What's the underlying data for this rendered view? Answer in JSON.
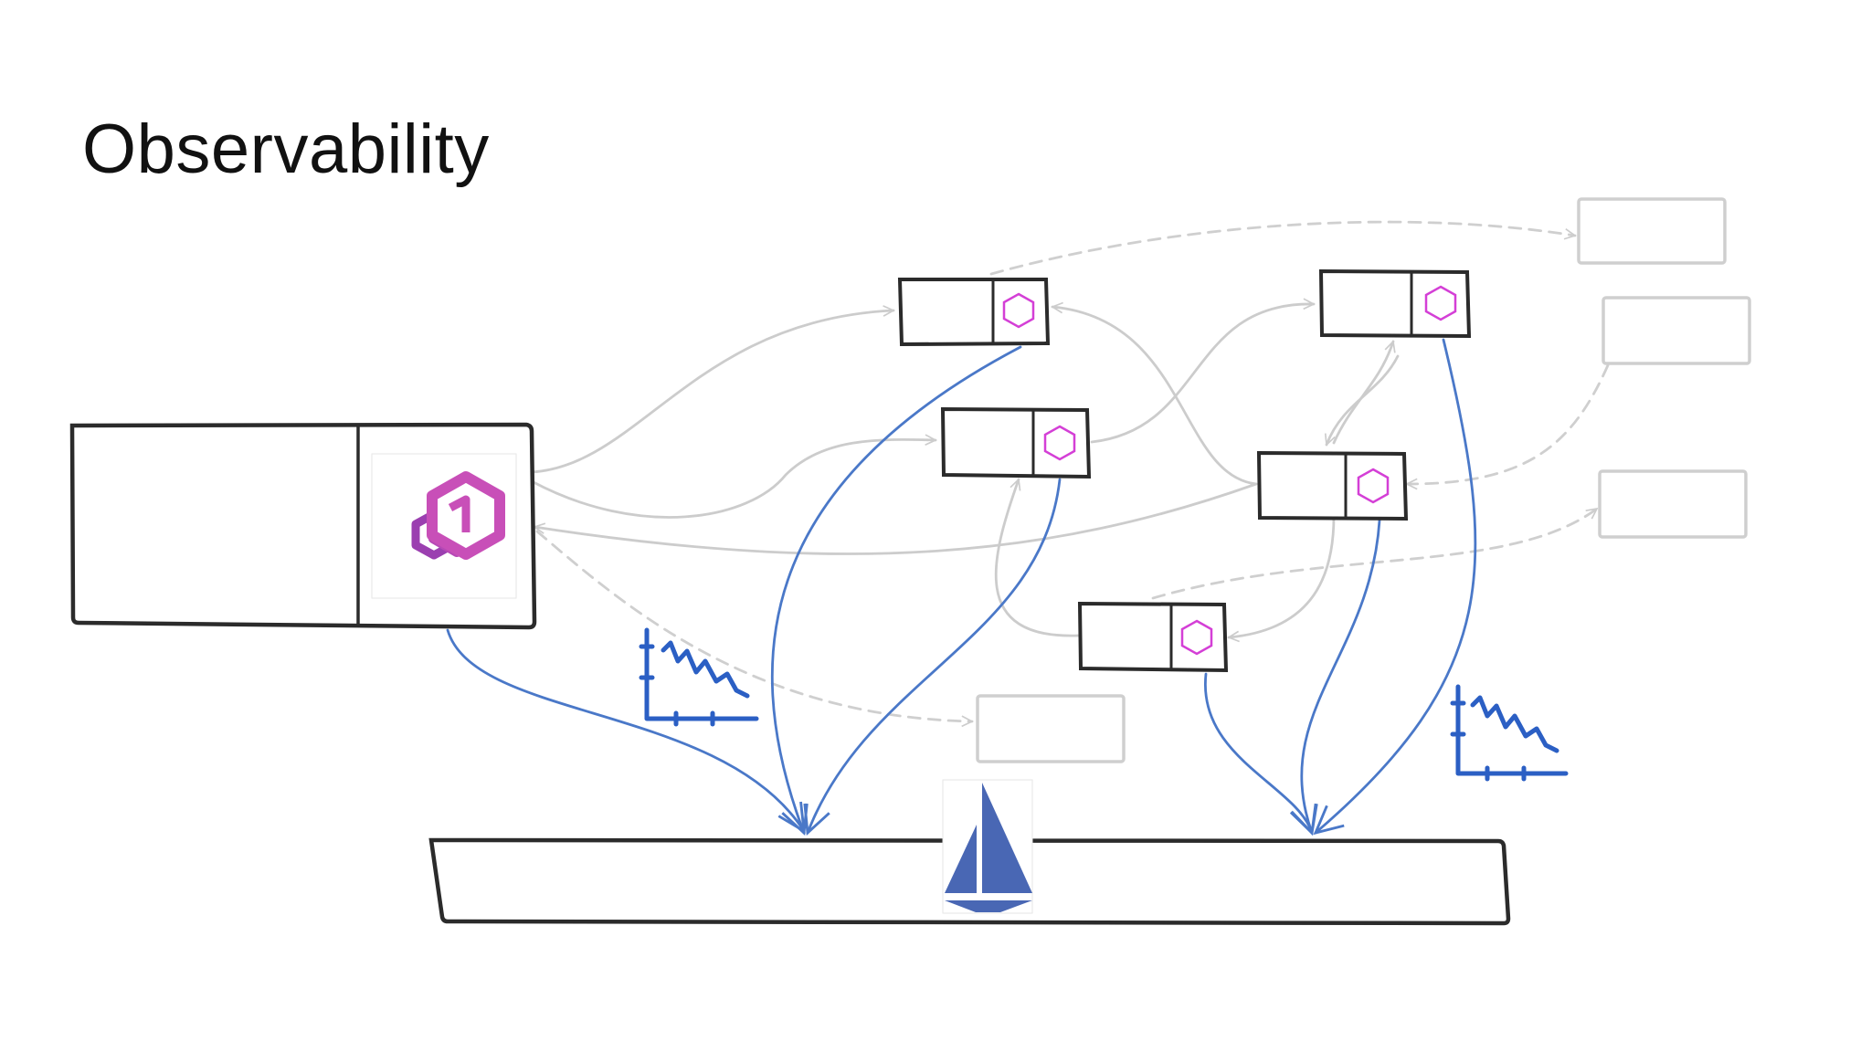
{
  "slide": {
    "title": "Observability"
  },
  "colors": {
    "background": "#ffffff",
    "box_outline": "#2b2b2b",
    "faded_outline": "#cfcfcf",
    "gray_arrow": "#cccccc",
    "blue_arrow": "#4a78c8",
    "sidecar_hex": "#d43fd6",
    "envoy_logo_primary": "#c84fb8",
    "envoy_logo_secondary": "#9b3fb0",
    "istio_logo": "#4967b4",
    "metrics_chart": "#2b5fc4"
  },
  "icons": {
    "sidecar": "envoy-sidecar-hexagon-icon",
    "envoy": "envoy-proxy-logo",
    "istio": "istio-sail-logo",
    "metrics": "metrics-chart-icon"
  }
}
